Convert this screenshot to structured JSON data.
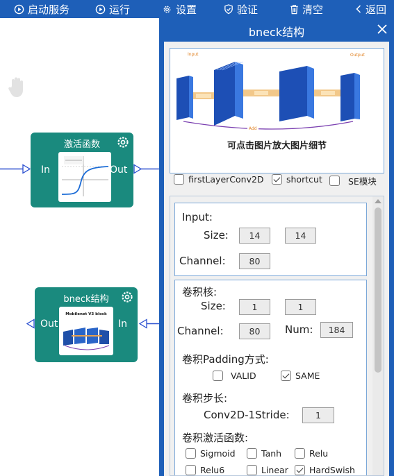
{
  "toolbar": {
    "start_service": "启动服务",
    "run": "运行",
    "settings": "设置",
    "verify": "验证",
    "clear": "清空",
    "back": "返回"
  },
  "canvas": {
    "node_activation": {
      "title": "激活函数",
      "in_label": "In",
      "out_label": "Out"
    },
    "node_bneck": {
      "title": "bneck结构",
      "in_label": "In",
      "out_label": "Out",
      "thumb_text": "Mobilenet V3 block"
    }
  },
  "panel": {
    "title": "bneck结构",
    "diagram": {
      "input_label": "Input",
      "output_label": "Output",
      "add_label": "Add",
      "caption": "可点击图片放大图片细节"
    },
    "options": {
      "first_layer": {
        "label": "firstLayerConv2D",
        "checked": false
      },
      "shortcut": {
        "label": "shortcut",
        "checked": true
      },
      "se": {
        "label": "SE模块",
        "checked": false
      }
    },
    "input_section": {
      "title": "Input:",
      "size_label": "Size:",
      "size_values": [
        "14",
        "14"
      ],
      "channel_label": "Channel:",
      "channel_value": "80"
    },
    "kernel_section": {
      "title": "卷积核:",
      "size_label": "Size:",
      "size_values": [
        "1",
        "1"
      ],
      "channel_label": "Channel:",
      "channel_value": "80",
      "num_label": "Num:",
      "num_value": "184",
      "padding_title": "卷积Padding方式:",
      "padding_valid": {
        "label": "VALID",
        "checked": false
      },
      "padding_same": {
        "label": "SAME",
        "checked": true
      },
      "stride_title": "卷积步长:",
      "stride_label": "Conv2D-1Stride:",
      "stride_value": "1",
      "activation_title": "卷积激活函数:",
      "activations": [
        {
          "label": "Sigmoid",
          "checked": false
        },
        {
          "label": "Tanh",
          "checked": false
        },
        {
          "label": "Relu",
          "checked": false
        },
        {
          "label": "Relu6",
          "checked": false
        },
        {
          "label": "Linear",
          "checked": false
        },
        {
          "label": "HardSwish",
          "checked": true
        }
      ]
    }
  }
}
